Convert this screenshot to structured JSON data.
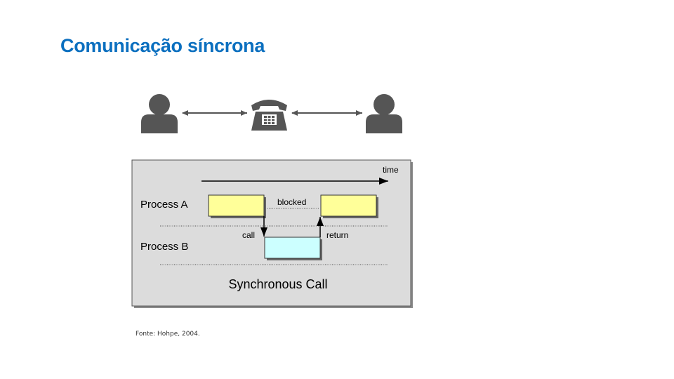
{
  "slide": {
    "title": "Comunicação síncrona",
    "source": "Fonte: Hohpe, 2004."
  },
  "diagram": {
    "time_label": "time",
    "process_a_label": "Process A",
    "process_b_label": "Process B",
    "blocked_label": "blocked",
    "call_label": "call",
    "return_label": "return",
    "caption": "Synchronous Call"
  },
  "icons": {
    "left_person": "person-icon",
    "telephone": "telephone-icon",
    "right_person": "person-icon"
  },
  "colors": {
    "title": "#0b6fbf",
    "icon": "#555555",
    "panel_bg": "#dcdcdc",
    "process_a_box": "#ffff99",
    "process_b_box": "#ccffff"
  }
}
